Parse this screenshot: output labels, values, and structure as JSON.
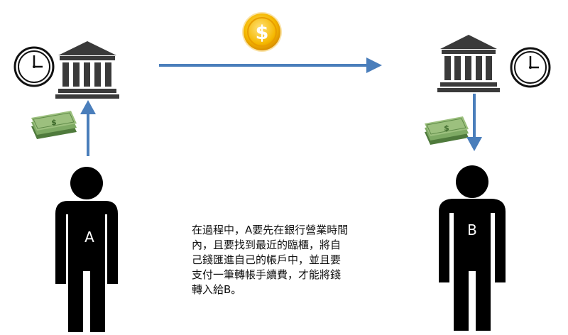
{
  "person_a": {
    "label": "A"
  },
  "person_b": {
    "label": "B"
  },
  "coin_symbol": "$",
  "bill_symbol": "$",
  "caption_lines": [
    "在過程中，A要先在銀行營業時間",
    "內，且要找到最近的臨櫃，將自",
    "己錢匯進自己的帳戶中，並且要",
    "支付一筆轉帳手續費，才能將錢",
    "轉入給B。"
  ],
  "colors": {
    "arrow": "#4a7ebb",
    "figure": "#000000",
    "bank": "#3a3a3a",
    "coin": "#f2b705",
    "money": "#6e9a58"
  },
  "icons": [
    "clock-icon",
    "bank-icon",
    "money-stack-icon",
    "coin-icon",
    "person-icon",
    "arrow-icon"
  ]
}
